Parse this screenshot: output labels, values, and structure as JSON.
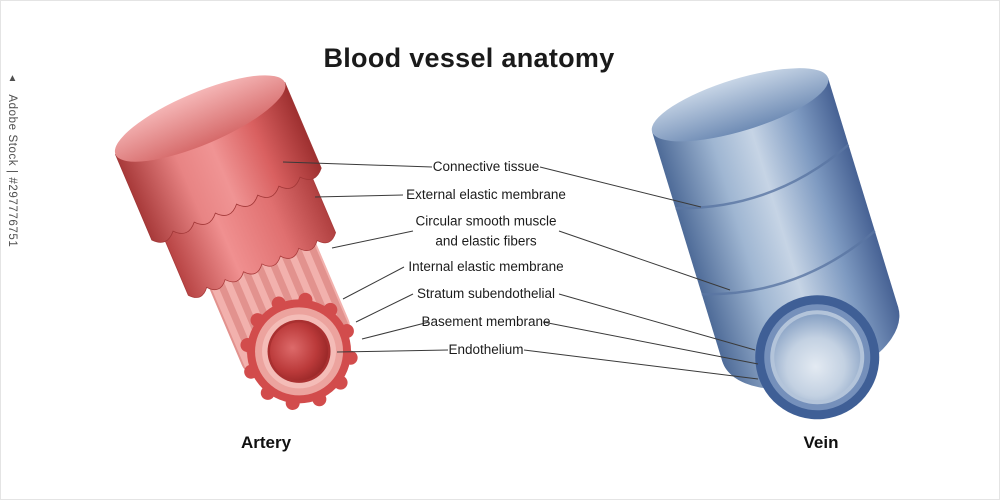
{
  "title": "Blood vessel anatomy",
  "watermark": {
    "logo_glyph": "▲",
    "text": "Adobe Stock | #297776751"
  },
  "artery": {
    "label": "Artery"
  },
  "vein": {
    "label": "Vein"
  },
  "annotations": {
    "connective_tissue": "Connective tissue",
    "external_elastic_membrane": "External elastic membrane",
    "circular_smooth_muscle_1": "Circular smooth muscle",
    "circular_smooth_muscle_2": "and elastic fibers",
    "internal_elastic_membrane": "Internal elastic membrane",
    "stratum_subendothelial": "Stratum subendothelial",
    "basement_membrane": "Basement membrane",
    "endothelium": "Endothelium"
  },
  "colors": {
    "artery_red": "#d24c4c",
    "vein_blue": "#6d89b4",
    "leader_line": "#3a3a3a",
    "background": "#ffffff"
  }
}
